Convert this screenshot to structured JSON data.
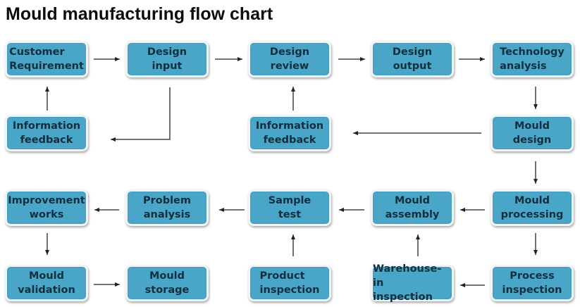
{
  "title": "Mould manufacturing flow chart",
  "colors": {
    "node_fill": "#4aa6c8",
    "node_border": "#eef4f7",
    "node_text": "#0f2f3f",
    "arrow": "#222222"
  },
  "nodes": {
    "customer_requirement": "Customer\nRequirement",
    "design_input": "Design\ninput",
    "design_review": "Design\nreview",
    "design_output": "Design\noutput",
    "technology_analysis": "Technology\nanalysis",
    "information_feedback_1": "Information\nfeedback",
    "information_feedback_2": "Information\nfeedback",
    "mould_design": "Mould\ndesign",
    "improvement_works": "Improvement\nworks",
    "problem_analysis": "Problem\nanalysis",
    "sample_test": "Sample\ntest",
    "mould_assembly": "Mould\nassembly",
    "mould_processing": "Mould\nprocessing",
    "mould_validation": "Mould\nvalidation",
    "mould_storage": "Mould\nstorage",
    "product_inspection": "Product\ninspection",
    "warehouse_in_inspection": "Warehouse-in\ninspection",
    "process_inspection": "Process\ninspection"
  },
  "edges": [
    {
      "from": "customer_requirement",
      "to": "design_input"
    },
    {
      "from": "design_input",
      "to": "design_review"
    },
    {
      "from": "design_review",
      "to": "design_output"
    },
    {
      "from": "design_output",
      "to": "technology_analysis"
    },
    {
      "from": "technology_analysis",
      "to": "mould_design"
    },
    {
      "from": "mould_design",
      "to": "information_feedback_2"
    },
    {
      "from": "information_feedback_2",
      "to": "design_review"
    },
    {
      "from": "design_input",
      "to": "information_feedback_1"
    },
    {
      "from": "information_feedback_1",
      "to": "customer_requirement"
    },
    {
      "from": "mould_design",
      "to": "mould_processing"
    },
    {
      "from": "mould_processing",
      "to": "mould_assembly"
    },
    {
      "from": "mould_assembly",
      "to": "sample_test"
    },
    {
      "from": "sample_test",
      "to": "problem_analysis"
    },
    {
      "from": "problem_analysis",
      "to": "improvement_works"
    },
    {
      "from": "improvement_works",
      "to": "mould_validation"
    },
    {
      "from": "mould_validation",
      "to": "mould_storage"
    },
    {
      "from": "mould_processing",
      "to": "process_inspection"
    },
    {
      "from": "process_inspection",
      "to": "warehouse_in_inspection"
    },
    {
      "from": "warehouse_in_inspection",
      "to": "mould_assembly"
    },
    {
      "from": "product_inspection",
      "to": "sample_test"
    }
  ]
}
